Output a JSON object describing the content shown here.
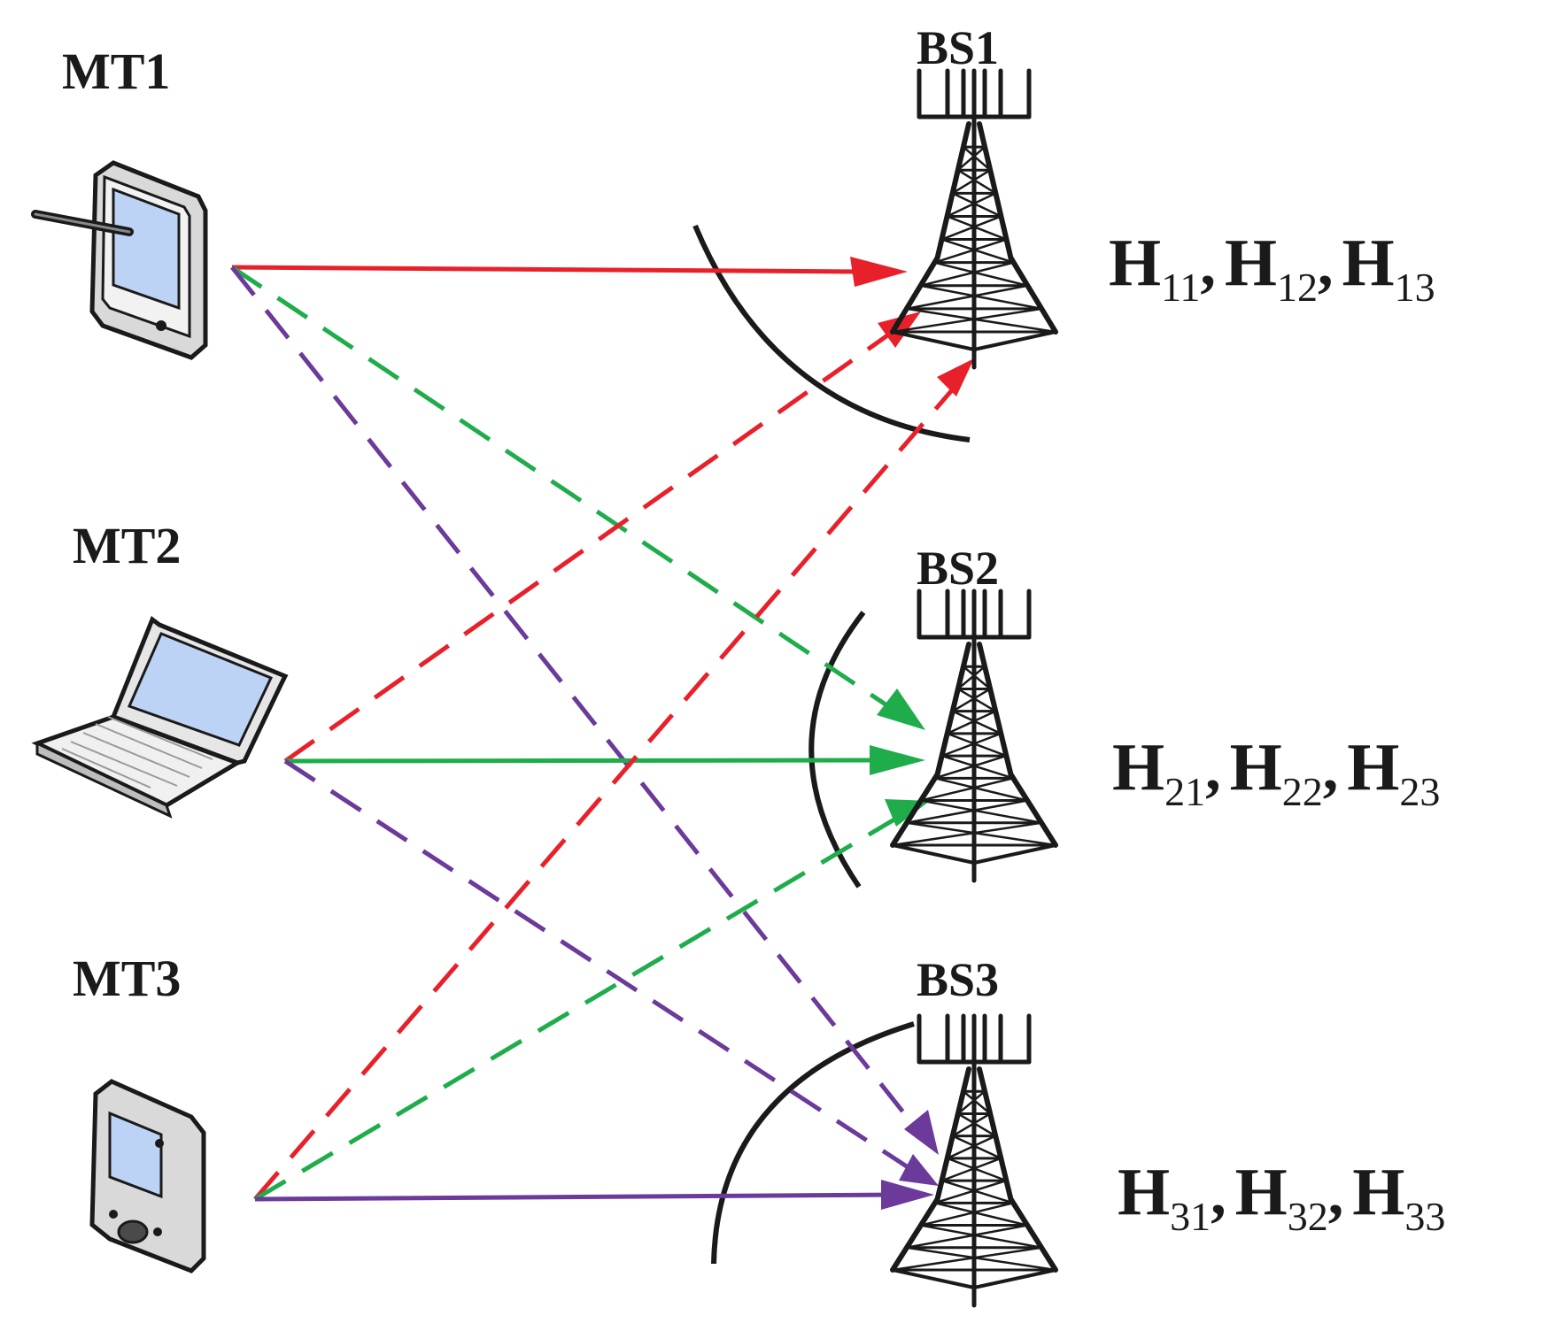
{
  "colors": {
    "mt1": "#e8202a",
    "mt2": "#1fad4b",
    "mt3": "#6b3a9a",
    "ink": "#1a1a1a"
  },
  "terminals": [
    {
      "label": "MT1",
      "icon": "tablet-icon"
    },
    {
      "label": "MT2",
      "icon": "laptop-icon"
    },
    {
      "label": "MT3",
      "icon": "pda-icon"
    }
  ],
  "base_stations": [
    {
      "label": "BS1",
      "channels": [
        {
          "base": "H",
          "sub": "11"
        },
        {
          "base": "H",
          "sub": "12"
        },
        {
          "base": "H",
          "sub": "13"
        }
      ]
    },
    {
      "label": "BS2",
      "channels": [
        {
          "base": "H",
          "sub": "21"
        },
        {
          "base": "H",
          "sub": "22"
        },
        {
          "base": "H",
          "sub": "23"
        }
      ]
    },
    {
      "label": "BS3",
      "channels": [
        {
          "base": "H",
          "sub": "31"
        },
        {
          "base": "H",
          "sub": "32"
        },
        {
          "base": "H",
          "sub": "33"
        }
      ]
    }
  ],
  "separator": ","
}
